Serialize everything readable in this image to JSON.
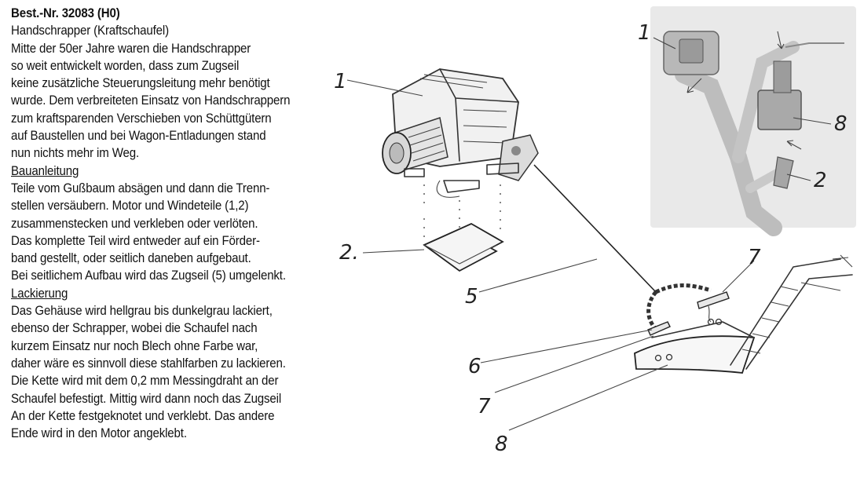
{
  "document": {
    "title": "Best.-Nr. 32083 (H0)",
    "subtitle": "Handschrapper (Kraftschaufel)",
    "intro_lines": [
      "Mitte der 50er Jahre waren die Handschrapper",
      "so weit entwickelt worden, dass zum Zugseil",
      "keine zusätzliche Steuerungsleitung mehr benötigt",
      "wurde. Dem verbreiteten Einsatz von Handschrappern",
      "zum kraftsparenden Verschieben von Schüttgütern",
      "auf Baustellen und bei Wagon-Entladungen stand",
      "nun nichts mehr im Weg."
    ],
    "assembly_heading": "Bauanleitung",
    "assembly_lines": [
      "Teile vom Gußbaum absägen und dann die Trenn-",
      "stellen versäubern. Motor und Windeteile (1,2)",
      "zusammenstecken und verkleben oder verlöten.",
      "Das komplette Teil wird entweder auf ein Förder-",
      "band gestellt, oder seitlich daneben aufgebaut.",
      "Bei seitlichem Aufbau wird das Zugseil (5) umgelenkt."
    ],
    "paint_heading": "Lackierung",
    "paint_lines": [
      "Das Gehäuse wird hellgrau bis dunkelgrau lackiert,",
      "ebenso der Schrapper, wobei die Schaufel nach",
      "kurzem Einsatz nur noch Blech ohne Farbe war,",
      "daher wäre es sinnvoll diese stahlfarben zu lackieren.",
      "Die Kette wird mit dem 0,2 mm Messingdraht an der",
      "Schaufel befestigt. Mittig wird dann noch das Zugseil",
      "An der Kette festgeknotet und verklebt. Das andere",
      "Ende wird in den Motor angeklebt."
    ]
  },
  "drawing": {
    "callouts": {
      "motor_1": "1",
      "base_2": "2.",
      "rope_5": "5",
      "wire_6": "6",
      "clip_7_top": "7",
      "clip_7_bottom": "7",
      "shovel_8": "8",
      "photo_1": "1",
      "photo_8": "8",
      "photo_2": "2"
    }
  }
}
